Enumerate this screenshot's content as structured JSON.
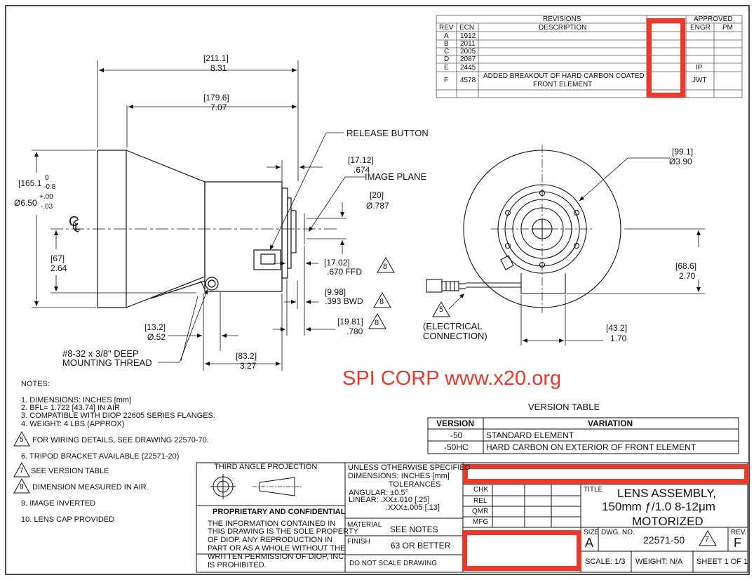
{
  "watermark": "SPI CORP www.x20.org",
  "colors": {
    "accent_red": "#e8392b",
    "line": "#111111"
  },
  "revisions": {
    "title": "REVISIONS",
    "approved": "APPROVED",
    "headers": {
      "rev": "REV",
      "ecn": "ECN",
      "description": "DESCRIPTION",
      "engr": "ENGR",
      "pm": "PM"
    },
    "rows": [
      {
        "rev": "A",
        "ecn": "1912",
        "description": "",
        "engr": ""
      },
      {
        "rev": "B",
        "ecn": "2011",
        "description": "",
        "engr": ""
      },
      {
        "rev": "C",
        "ecn": "2005",
        "description": "",
        "engr": ""
      },
      {
        "rev": "D",
        "ecn": "2087",
        "description": "",
        "engr": ""
      },
      {
        "rev": "E",
        "ecn": "2445",
        "description": "",
        "engr": "IP"
      },
      {
        "rev": "F",
        "ecn": "4578",
        "description_l1": "ADDED BREAKOUT OF HARD CARBON COATED",
        "description_l2": "FRONT ELEMENT",
        "engr": "JWT"
      }
    ]
  },
  "dims": {
    "overall_mm": "211.1",
    "overall_in": "8.31",
    "body_mm": "179.6",
    "body_in": "7.07",
    "release_button": "RELEASE BUTTON",
    "d17_mm": "17.12",
    "d17_in": ".674",
    "image_plane": "IMAGE PLANE",
    "d20_mm": "20",
    "d20_in": "Ø.787",
    "dia165_mm": "165.1",
    "dia165_tol_up": "0",
    "dia165_tol_dn": "-0.8",
    "dia650_in": "Ø6.50",
    "dia650_tol_up": "+.00",
    "dia650_tol_dn": "-.03",
    "h67_mm": "67",
    "h67_in": "2.64",
    "ffd_mm": "17.02",
    "ffd_in": ".670 FFD",
    "bwd_mm": "9.98",
    "bwd_in": ".393 BWD",
    "d1981_mm": "19.81",
    "d1981_in": ".780",
    "d132_mm": "13.2",
    "d132_in": "Ø.52",
    "thread_l1": "#8-32 x 3/8\" DEEP",
    "thread_l2": "MOUNTING THREAD",
    "d832_mm": "83.2",
    "d832_in": "3.27",
    "dia991_mm": "99.1",
    "dia991_in": "Ø3.90",
    "h686_mm": "68.6",
    "h686_in": "2.70",
    "d432_mm": "43.2",
    "d432_in": "1.70",
    "elec_l1": "(ELECTRICAL",
    "elec_l2": "CONNECTION)",
    "tag8": "8",
    "tag5": "5",
    "tag7": "7",
    "cl_c": "C",
    "cl_l": "L"
  },
  "notes": {
    "title": "NOTES:",
    "items": [
      "1.  DIMENSIONS: INCHES [mm]",
      "2.  BFL= 1.722 [43.74] IN AIR",
      "3.  COMPATIBLE WITH DIOP 22605 SERIES FLANGES.",
      "4.  WEIGHT: 4 LBS (APPROX)",
      "FOR WIRING DETAILS, SEE DRAWING 22570-70.",
      "6.  TRIPOD BRACKET AVAILABLE (22571-20)",
      "SEE VERSION TABLE",
      "DIMENSION MEASURED IN AIR.",
      "9.   IMAGE INVERTED",
      "10. LENS CAP PROVIDED"
    ]
  },
  "version_table": {
    "title": "VERSION TABLE",
    "headers": [
      "VERSION",
      "VARIATION"
    ],
    "rows": [
      [
        "-50",
        "STANDARD ELEMENT"
      ],
      [
        "-50HC",
        "HARD CARBON ON EXTERIOR OF FRONT ELEMENT"
      ]
    ]
  },
  "title_block": {
    "projection": "THIRD ANGLE PROJECTION",
    "unless_l1": "UNLESS OTHERWISE SPECIFIED",
    "unless_l2": "DIMENSIONS:    INCHES [mm]",
    "tolerances": "TOLERANCES",
    "angular": "ANGULAR:   ±0.5°",
    "linear": "LINEAR:   .XX±.010 [.25]",
    "linear2": ".XXX±.005 [.13]",
    "proprietary": "PROPRIETARY AND CONFIDENTIAL",
    "prop_text": [
      "THE INFORMATION CONTAINED IN",
      "THIS DRAWING IS THE SOLE PROPERTY",
      "OF DIOP.  ANY REPRODUCTION IN",
      "PART OR AS A WHOLE WITHOUT THE",
      "WRITTEN PERMISSION OF DIOP, INC.",
      "IS PROHIBITED."
    ],
    "chk": "CHK",
    "rel": "REL",
    "qmr": "QMR",
    "mfg": "MFG",
    "material_label": "MATERIAL",
    "material": "SEE NOTES",
    "finish_label": "FINISH",
    "finish": "63 OR BETTER",
    "no_scale": "DO  NOT  SCALE  DRAWING",
    "title_label": "TITLE",
    "title_l1": "LENS ASSEMBLY,",
    "title_l2": "150mm ƒ/1.0 8-12μm",
    "title_l3": "MOTORIZED",
    "size_label": "SIZE",
    "size": "A",
    "dwg_label": "DWG.  NO.",
    "dwg_no": "22571-50",
    "rev_label": "REV.",
    "rev": "F",
    "scale": "SCALE:  1/3",
    "weight": "WEIGHT:  N/A",
    "sheet": "SHEET 1 OF 1"
  }
}
